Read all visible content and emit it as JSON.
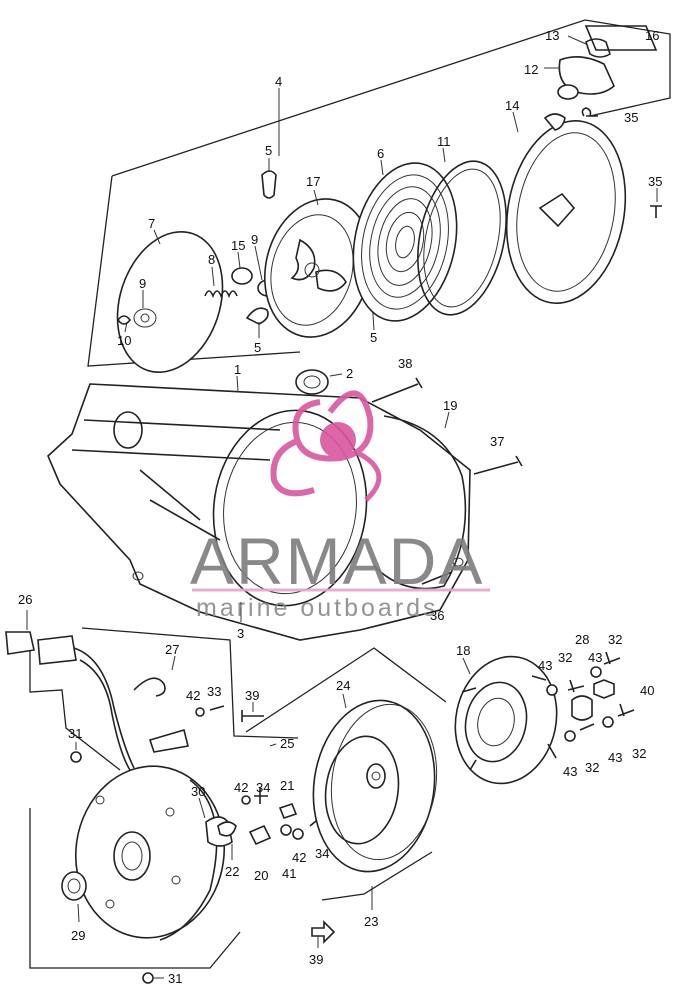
{
  "watermark": {
    "title": "ARMADA",
    "subtitle": "marine outboards",
    "logo": "swirl-logo",
    "logo_color": "#d9569e",
    "text_color": "#7d7d7d"
  },
  "parts": {
    "p1": "1",
    "p2": "2",
    "p3": "3",
    "p4": "4",
    "p5a": "5",
    "p5b": "5",
    "p5c": "5",
    "p6": "6",
    "p7": "7",
    "p8": "8",
    "p9a": "9",
    "p9b": "9",
    "p10": "10",
    "p11": "11",
    "p12": "12",
    "p13": "13",
    "p14": "14",
    "p15": "15",
    "p16": "16",
    "p17": "17",
    "p18": "18",
    "p19": "19",
    "p20": "20",
    "p21": "21",
    "p22": "22",
    "p23": "23",
    "p24": "24",
    "p25": "25",
    "p26": "26",
    "p27": "27",
    "p28": "28",
    "p29": "29",
    "p30": "30",
    "p31a": "31",
    "p31b": "31",
    "p32a": "32",
    "p32b": "32",
    "p32c": "32",
    "p32d": "32",
    "p33": "33",
    "p34a": "34",
    "p34b": "34",
    "p35a": "35",
    "p35b": "35",
    "p36": "36",
    "p37": "37",
    "p38": "38",
    "p39a": "39",
    "p39b": "39",
    "p40": "40",
    "p41": "41",
    "p42a": "42",
    "p42b": "42",
    "p42c": "42",
    "p43a": "43",
    "p43b": "43",
    "p43c": "43",
    "p43d": "43"
  }
}
